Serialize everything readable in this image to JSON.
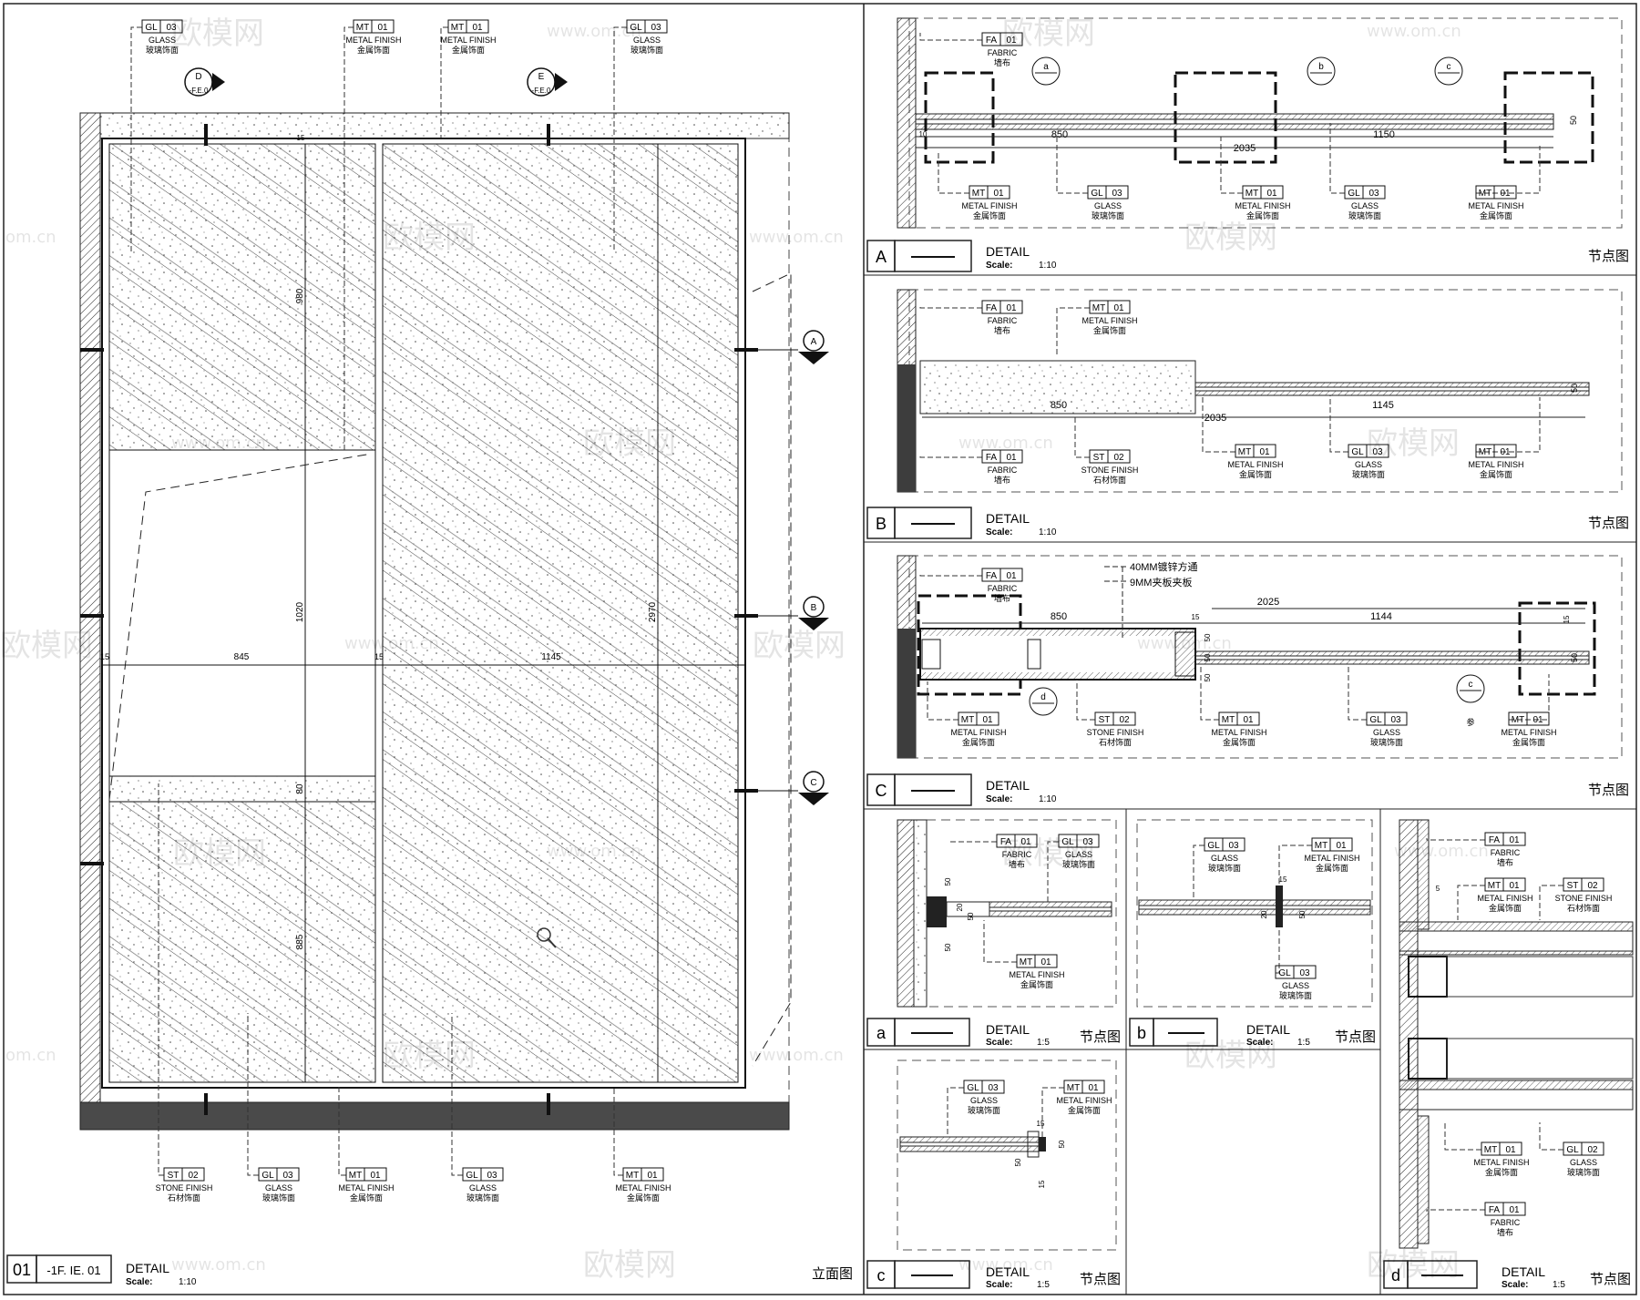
{
  "watermark": {
    "brand": "欧模网",
    "url": "www.om.cn",
    "url_cut": "om.cn",
    "brand_cut": "欧模网"
  },
  "elevation": {
    "id": "01",
    "ref": "-1F. IE. 01",
    "title": "DETAIL",
    "scale_label": "Scale:",
    "scale": "1:10",
    "type_cn": "立面图",
    "dims": {
      "w_left": "845",
      "w_right": "1145",
      "h_total": "2970",
      "h_top": "980",
      "h_mid": "1020",
      "h_shelf": "80",
      "h_bot": "885",
      "gap_left": "15",
      "gap_mid": "15",
      "top_gap": "15"
    },
    "markers": {
      "D": "D",
      "E": "E",
      "A": "A",
      "B": "B",
      "C": "C",
      "sheet": "-F.E.0"
    },
    "tags_top": [
      {
        "code": "GL",
        "num": "03",
        "en": "GLASS",
        "cn": "玻璃饰面"
      },
      {
        "code": "MT",
        "num": "01",
        "en": "METAL FINISH",
        "cn": "金属饰面"
      },
      {
        "code": "MT",
        "num": "01",
        "en": "METAL FINISH",
        "cn": "金属饰面"
      },
      {
        "code": "GL",
        "num": "03",
        "en": "GLASS",
        "cn": "玻璃饰面"
      }
    ],
    "tags_bottom": [
      {
        "code": "ST",
        "num": "02",
        "en": "STONE FINISH",
        "cn": "石材饰面"
      },
      {
        "code": "GL",
        "num": "03",
        "en": "GLASS",
        "cn": "玻璃饰面"
      },
      {
        "code": "MT",
        "num": "01",
        "en": "METAL FINISH",
        "cn": "金属饰面"
      },
      {
        "code": "GL",
        "num": "03",
        "en": "GLASS",
        "cn": "玻璃饰面"
      },
      {
        "code": "MT",
        "num": "01",
        "en": "METAL FINISH",
        "cn": "金属饰面"
      }
    ]
  },
  "detailA": {
    "id": "A",
    "title": "DETAIL",
    "scale_label": "Scale:",
    "scale": "1:10",
    "type_cn": "节点图",
    "dims": {
      "d850": "850",
      "d2035": "2035",
      "d1150": "1150",
      "d50": "50",
      "d10": "10"
    },
    "callouts": {
      "a": "a",
      "b": "b",
      "c": "c"
    },
    "tag_fabric": {
      "code": "FA",
      "num": "01",
      "en": "FABRIC",
      "cn": "墙布"
    },
    "tags": [
      {
        "code": "MT",
        "num": "01",
        "en": "METAL FINISH",
        "cn": "金属饰面"
      },
      {
        "code": "GL",
        "num": "03",
        "en": "GLASS",
        "cn": "玻璃饰面"
      },
      {
        "code": "MT",
        "num": "01",
        "en": "METAL FINISH",
        "cn": "金属饰面"
      },
      {
        "code": "GL",
        "num": "03",
        "en": "GLASS",
        "cn": "玻璃饰面"
      },
      {
        "code": "MT",
        "num": "01",
        "en": "METAL FINISH",
        "cn": "金属饰面"
      }
    ]
  },
  "detailB": {
    "id": "B",
    "title": "DETAIL",
    "scale_label": "Scale:",
    "scale": "1:10",
    "type_cn": "节点图",
    "dims": {
      "d850": "850",
      "d2035": "2035",
      "d1145": "1145",
      "d50": "50"
    },
    "tags_top": [
      {
        "code": "FA",
        "num": "01",
        "en": "FABRIC",
        "cn": "墙布"
      },
      {
        "code": "MT",
        "num": "01",
        "en": "METAL FINISH",
        "cn": "金属饰面"
      }
    ],
    "tags": [
      {
        "code": "FA",
        "num": "01",
        "en": "FABRIC",
        "cn": "墙布"
      },
      {
        "code": "ST",
        "num": "02",
        "en": "STONE FINISH",
        "cn": "石材饰面"
      },
      {
        "code": "MT",
        "num": "01",
        "en": "METAL FINISH",
        "cn": "金属饰面"
      },
      {
        "code": "GL",
        "num": "03",
        "en": "GLASS",
        "cn": "玻璃饰面"
      },
      {
        "code": "MT",
        "num": "01",
        "en": "METAL FINISH",
        "cn": "金属饰面"
      }
    ]
  },
  "detailC": {
    "id": "C",
    "title": "DETAIL",
    "scale_label": "Scale:",
    "scale": "1:10",
    "type_cn": "节点图",
    "notes": [
      "40MM镀锌方通",
      "9MM夹板夹板"
    ],
    "dims": {
      "d850": "850",
      "d2025": "2025",
      "d1144": "1144",
      "d15a": "15",
      "d15b": "15",
      "d50": "50",
      "e50a": "50",
      "e50b": "50",
      "e50c": "50"
    },
    "callouts": {
      "d": "d",
      "c": "c"
    },
    "ref_cn": "参",
    "tag_fabric": {
      "code": "FA",
      "num": "01",
      "en": "FABRIC",
      "cn": "墙布"
    },
    "tags": [
      {
        "code": "MT",
        "num": "01",
        "en": "METAL FINISH",
        "cn": "金属饰面"
      },
      {
        "code": "ST",
        "num": "02",
        "en": "STONE FINISH",
        "cn": "石材饰面"
      },
      {
        "code": "MT",
        "num": "01",
        "en": "METAL FINISH",
        "cn": "金属饰面"
      },
      {
        "code": "GL",
        "num": "03",
        "en": "GLASS",
        "cn": "玻璃饰面"
      },
      {
        "code": "MT",
        "num": "01",
        "en": "METAL FINISH",
        "cn": "金属饰面"
      }
    ]
  },
  "detail_a": {
    "id": "a",
    "title": "DETAIL",
    "scale_label": "Scale:",
    "scale": "1:5",
    "type_cn": "节点图",
    "dims": {
      "e50a": "50",
      "e50b": "50",
      "d20": "20",
      "d50": "50"
    },
    "tags": [
      {
        "code": "FA",
        "num": "01",
        "en": "FABRIC",
        "cn": "墙布"
      },
      {
        "code": "GL",
        "num": "03",
        "en": "GLASS",
        "cn": "玻璃饰面"
      },
      {
        "code": "MT",
        "num": "01",
        "en": "METAL FINISH",
        "cn": "金属饰面"
      }
    ]
  },
  "detail_b": {
    "id": "b",
    "title": "DETAIL",
    "scale_label": "Scale:",
    "scale": "1:5",
    "type_cn": "节点图",
    "dims": {
      "d15": "15",
      "d20": "20",
      "e50": "50"
    },
    "tags": [
      {
        "code": "GL",
        "num": "03",
        "en": "GLASS",
        "cn": "玻璃饰面"
      },
      {
        "code": "MT",
        "num": "01",
        "en": "METAL FINISH",
        "cn": "金属饰面"
      },
      {
        "code": "GL",
        "num": "03",
        "en": "GLASS",
        "cn": "玻璃饰面"
      }
    ]
  },
  "detail_c": {
    "id": "c",
    "title": "DETAIL",
    "scale_label": "Scale:",
    "scale": "1:5",
    "type_cn": "节点图",
    "dims": {
      "d15a": "15",
      "d15b": "15",
      "d50": "50",
      "e50": "50"
    },
    "tags": [
      {
        "code": "GL",
        "num": "03",
        "en": "GLASS",
        "cn": "玻璃饰面"
      },
      {
        "code": "MT",
        "num": "01",
        "en": "METAL FINISH",
        "cn": "金属饰面"
      }
    ]
  },
  "detail_d": {
    "id": "d",
    "title": "DETAIL",
    "scale_label": "Scale:",
    "scale": "1:5",
    "type_cn": "节点图",
    "dims": {
      "d5": "5"
    },
    "tags": [
      {
        "code": "FA",
        "num": "01",
        "en": "FABRIC",
        "cn": "墙布"
      },
      {
        "code": "MT",
        "num": "01",
        "en": "METAL FINISH",
        "cn": "金属饰面"
      },
      {
        "code": "ST",
        "num": "02",
        "en": "STONE FINISH",
        "cn": "石材饰面"
      },
      {
        "code": "MT",
        "num": "01",
        "en": "METAL FINISH",
        "cn": "金属饰面"
      },
      {
        "code": "GL",
        "num": "02",
        "en": "GLASS",
        "cn": "玻璃饰面"
      },
      {
        "code": "FA",
        "num": "01",
        "en": "FABRIC",
        "cn": "墙布"
      }
    ]
  }
}
